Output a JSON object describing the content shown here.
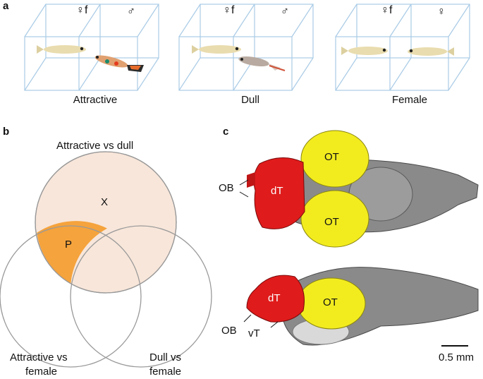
{
  "panel_a": {
    "letter": "a",
    "tanks": [
      {
        "caption": "Attractive",
        "left_symbol": "♀f",
        "right_symbol": "♂",
        "stimulus": "attractive-male-fish"
      },
      {
        "caption": "Dull",
        "left_symbol": "♀f",
        "right_symbol": "♂",
        "stimulus": "dull-male-fish"
      },
      {
        "caption": "Female",
        "left_symbol": "♀f",
        "right_symbol": "♀",
        "stimulus": "female-fish"
      }
    ]
  },
  "panel_b": {
    "letter": "b",
    "circle_top_label": "Attractive vs dull",
    "circle_left_label_line1": "Attractive vs",
    "circle_left_label_line2": "female",
    "circle_right_label_line1": "Dull vs",
    "circle_right_label_line2": "female",
    "region_x_label": "X",
    "region_p_label": "P",
    "colors": {
      "top_circle_fill": "#f8e6da",
      "p_region_fill": "#f5a33c",
      "outline": "#999999"
    }
  },
  "panel_c": {
    "letter": "c",
    "dorsal": {
      "ob": "OB",
      "dt": "dT",
      "ot_top": "OT",
      "ot_bottom": "OT"
    },
    "lateral": {
      "ob": "OB",
      "vt": "vT",
      "dt": "dT",
      "ot": "OT"
    },
    "scale_bar_label": "0.5 mm",
    "colors": {
      "dt": "#e01b1b",
      "ot": "#f2ec1f",
      "brain": "#8a8a8a"
    }
  }
}
